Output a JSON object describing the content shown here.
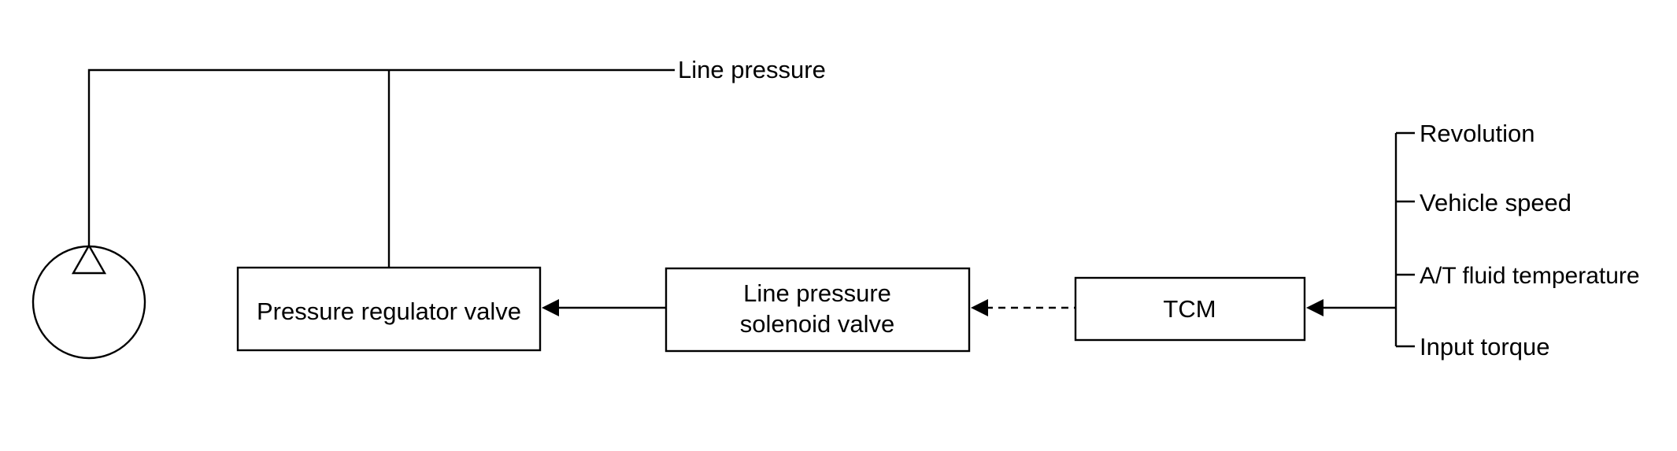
{
  "diagram": {
    "line_pressure_label": "Line pressure",
    "pressure_regulator_label": "Pressure regulator valve",
    "solenoid_label_line1": "Line pressure",
    "solenoid_label_line2": "solenoid valve",
    "tcm_label": "TCM",
    "inputs": [
      "Revolution",
      "Vehicle speed",
      "A/T fluid temperature",
      "Input torque"
    ],
    "pump_icon": "oil-pump-symbol"
  }
}
